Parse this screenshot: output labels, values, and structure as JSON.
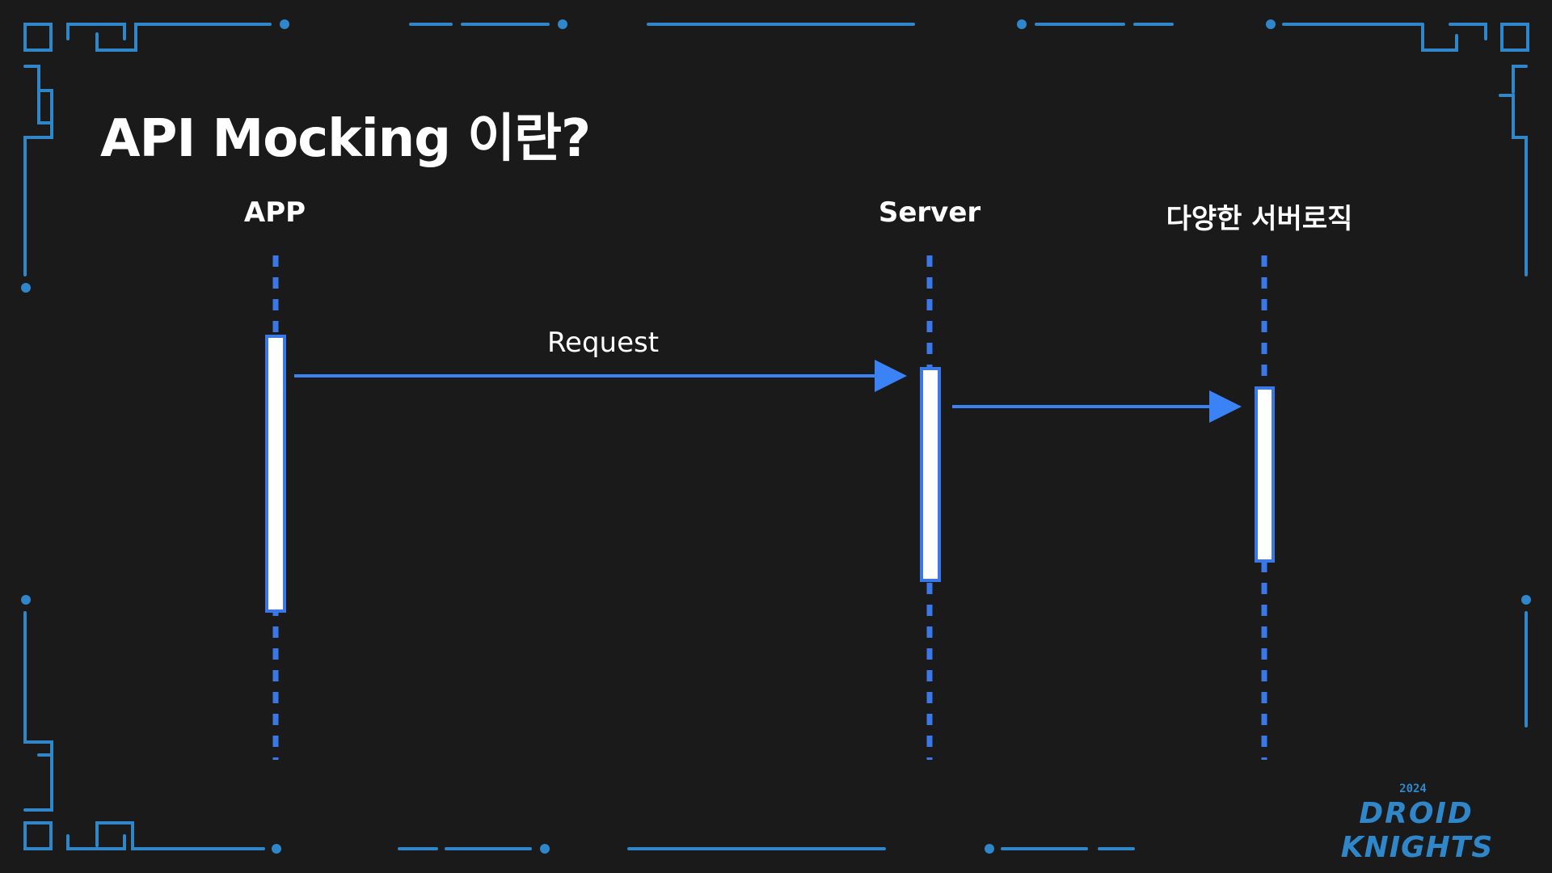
{
  "slide": {
    "title": "API Mocking 이란?"
  },
  "lanes": [
    {
      "id": "app",
      "label": "APP"
    },
    {
      "id": "server",
      "label": "Server"
    },
    {
      "id": "logic",
      "label": "다양한 서버로직"
    }
  ],
  "messages": [
    {
      "from": "app",
      "to": "server",
      "label": "Request"
    },
    {
      "from": "server",
      "to": "logic",
      "label": ""
    }
  ],
  "logo": {
    "year": "2024",
    "line1": "DROID",
    "line2": "KNIGHTS"
  },
  "colors": {
    "background": "#1a1a1a",
    "frame": "#2f86c9",
    "arrow": "#3b82f6",
    "lifeline": "#3b78e7",
    "activation_fill": "#ffffff",
    "activation_border": "#3b78e7",
    "text": "#ffffff"
  }
}
